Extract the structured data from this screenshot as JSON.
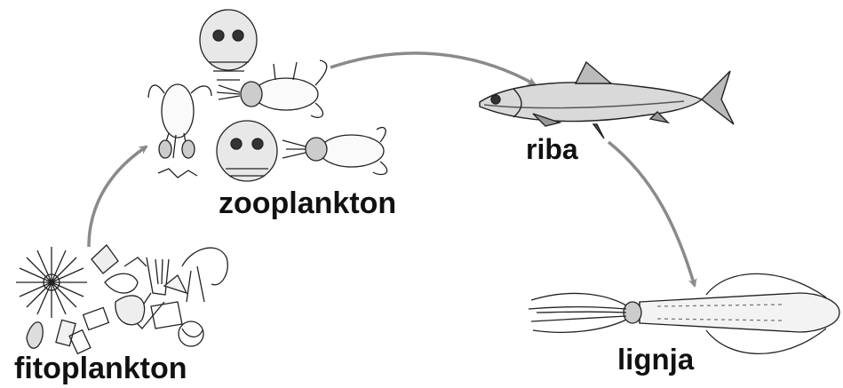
{
  "labels": {
    "phytoplankton": "fitoplankton",
    "zooplankton": "zooplankton",
    "fish": "riba",
    "squid": "lignja"
  },
  "colors": {
    "arrow": "#8a8a8a",
    "ink": "#111111",
    "background": "#ffffff"
  },
  "illustrations": [
    "phytoplankton-cluster",
    "zooplankton-larvae",
    "fish-sardine",
    "squid"
  ]
}
